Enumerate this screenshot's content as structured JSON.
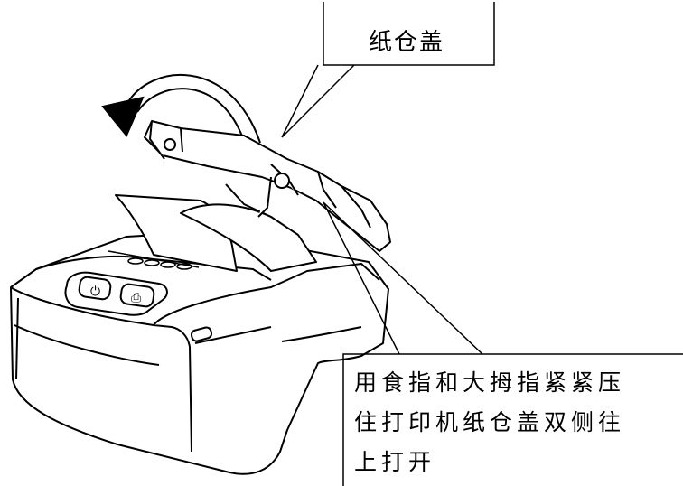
{
  "callouts": {
    "cover_label": "纸仓盖",
    "instruction_lines": [
      "用食指和大拇指紧紧压",
      "住打印机纸仓盖双侧往",
      "上打开"
    ]
  },
  "printer_button_labels": [
    "⏻",
    "⎙"
  ],
  "colors": {
    "line": "#000000",
    "background": "#ffffff"
  }
}
